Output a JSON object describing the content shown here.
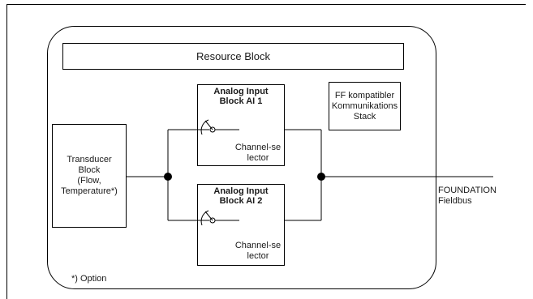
{
  "resource_block": {
    "label": "Resource Block"
  },
  "ff_stack": {
    "label": "FF kompatibler Kommunikations Stack"
  },
  "transducer": {
    "lines": [
      "Transducer",
      "Block",
      "(Flow,",
      "Temperature*)"
    ]
  },
  "ai_blocks": [
    {
      "title": "Analog Input Block AI 1",
      "channel": "Channel-selector"
    },
    {
      "title": "Analog Input Block AI 2",
      "channel": "Channel-selector"
    }
  ],
  "fieldbus": {
    "lines": [
      "FOUNDATION",
      "Fieldbus"
    ]
  },
  "footnote": "*) Option"
}
